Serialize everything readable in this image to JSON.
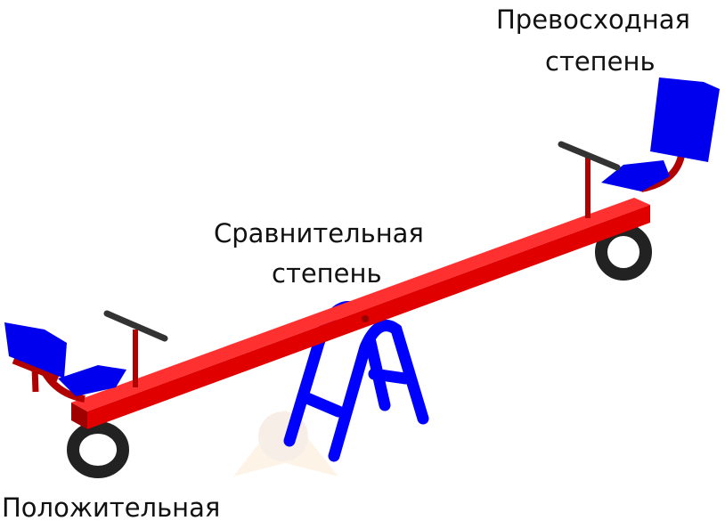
{
  "labels": {
    "superlative_line1": "Превосходная",
    "superlative_line2": "степень",
    "comparative_line1": "Сравнительная",
    "comparative_line2": "степень",
    "positive": "Положительная"
  },
  "colors": {
    "beam": "#ff0000",
    "beam_dark": "#b00000",
    "seat": "#0000ee",
    "stand": "#0000ff",
    "wheel": "#222222",
    "handle": "#333333"
  }
}
